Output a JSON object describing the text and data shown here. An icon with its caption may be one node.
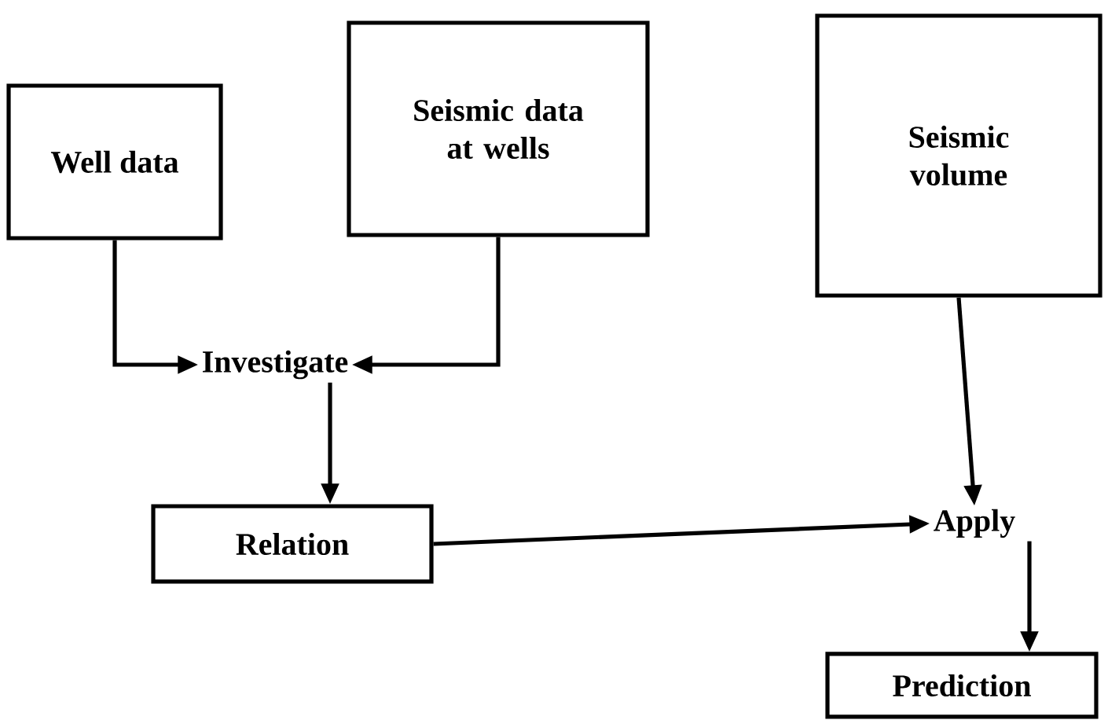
{
  "diagram": {
    "nodes": [
      {
        "text": [
          "Well data"
        ]
      },
      {
        "text": [
          "Seismic data at wells"
        ]
      },
      {
        "text": [
          "Seismic volume"
        ]
      },
      {
        "text": [
          "Investigate"
        ]
      },
      {
        "text": [
          "Relation"
        ]
      },
      {
        "text": [
          "Apply"
        ]
      },
      {
        "text": [
          "Prediction"
        ]
      }
    ],
    "edges": [
      {
        "from": 0,
        "to": 3,
        "arrow": "to"
      },
      {
        "from": 1,
        "to": 3,
        "arrow": "to"
      },
      {
        "from": 3,
        "to": 4,
        "arrow": "to"
      },
      {
        "from": 4,
        "to": 5,
        "arrow": "to"
      },
      {
        "from": 2,
        "to": 5,
        "arrow": "to"
      },
      {
        "from": 5,
        "to": 6,
        "arrow": "to"
      }
    ]
  }
}
